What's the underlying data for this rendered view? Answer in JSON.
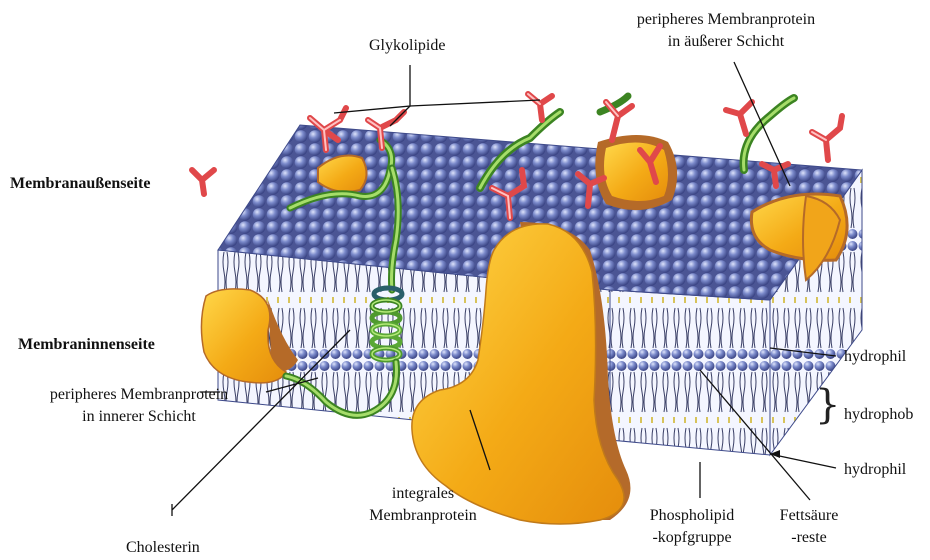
{
  "labels": {
    "glykolipide": "Glykolipide",
    "peripheral_outer_line1": "peripheres Membranprotein",
    "peripheral_outer_line2": "in äußerer Schicht",
    "outer_side": "Membranaußenseite",
    "inner_side": "Membraninnenseite",
    "peripheral_inner_line1": "peripheres Membranprotein",
    "peripheral_inner_line2": "in innerer Schicht",
    "hydrophil_top": "hydrophil",
    "hydrophob": "hydrophob",
    "hydrophil_bottom": "hydrophil",
    "integral_line1": "integrales",
    "integral_line2": "Membranprotein",
    "phospholipid_line1": "Phospholipid",
    "phospholipid_line2": "-kopfgruppe",
    "fatty_line1": "Fettsäure",
    "fatty_line2": "-reste",
    "cholesterin": "Cholesterin",
    "brace": "}"
  },
  "colors": {
    "head": "#6f7fc0",
    "head_light": "#b9c3ee",
    "head_dark": "#3e4a8a",
    "tail": "#3a3f66",
    "protein": "#f2a818",
    "protein_light": "#ffd23a",
    "protein_shadow": "#b46a2a",
    "sugar": "#e04848",
    "helix": "#4f9a2e",
    "helix_light": "#a6dd6a"
  }
}
